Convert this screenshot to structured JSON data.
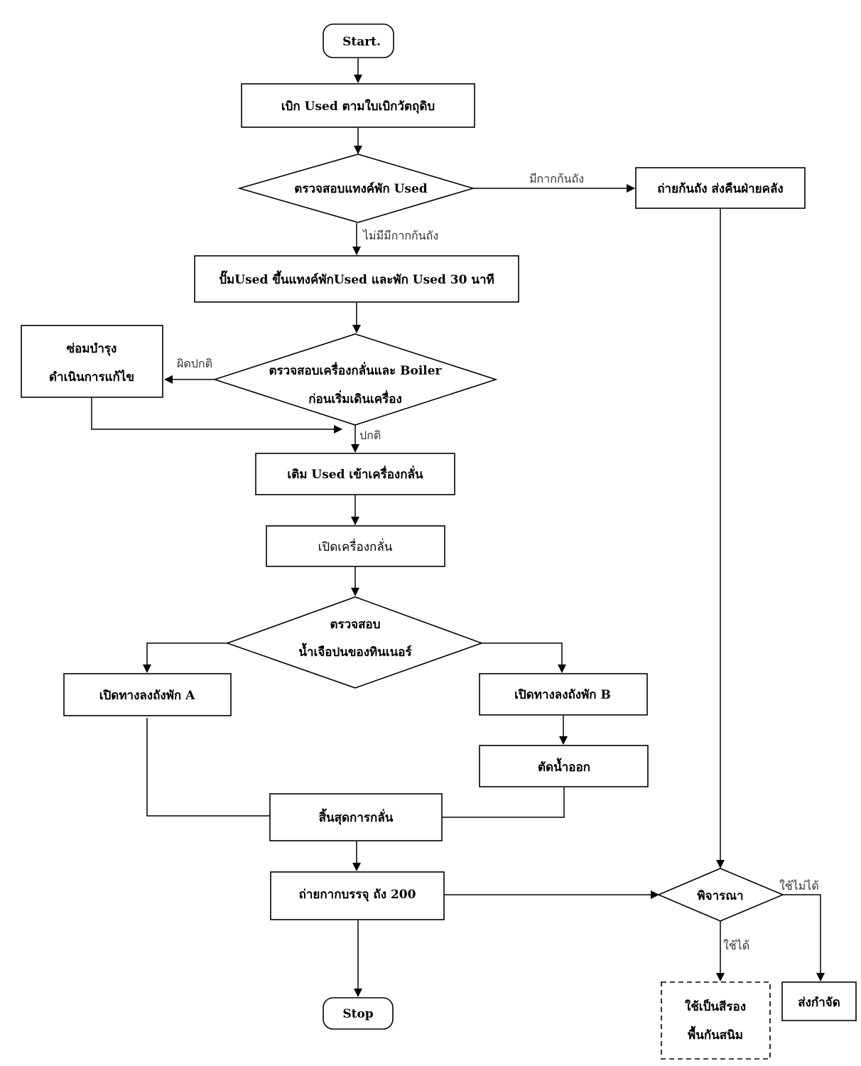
{
  "nodes": {
    "start": "Start.",
    "withdraw": "เบิก Used ตามใบเบิกวัตถุดิบ",
    "check_tank": "ตรวจสอบแทงค์พัก Used",
    "drain_tank": "ถ่ายก้นถัง ส่งคืนฝ่ายคลัง",
    "pump": "ปั๊มUsed ขึ้นแทงค์พักUsed และพัก Used 30 นาที",
    "check_machine_line1": "ตรวจสอบเครื่องกลั่นและ Boiler",
    "check_machine_line2": "ก่อนเริ่มเดินเครื่อง",
    "repair_line1": "ซ่อมบำรุง",
    "repair_line2": "ดำเนินการแก้ไข",
    "fill": "เติม Used เข้าเครื่องกลั่น",
    "open_machine": "เปิดเครื่องกลั่น",
    "check_water_line1": "ตรวจสอบ",
    "check_water_line2": "น้ำเจือปนของทินเนอร์",
    "open_a": "เปิดทางลงถังพัก A",
    "open_b": "เปิดทางลงถังพัก B",
    "cut_water": "ตัดน้ำออก",
    "end_distill": "สิ้นสุดการกลั่น",
    "drain_residue": "ถ่ายกากบรรจุ ถัง 200",
    "consider": "พิจารณา",
    "use_primer_line1": "ใช้เป็นสีรอง",
    "use_primer_line2": "พื้นกันสนิม",
    "dispose": "ส่งกำจัด",
    "stop": "Stop"
  },
  "edges": {
    "has_residue": "มีกากก้นถัง",
    "no_residue": "ไม่มีมีกากก้นถัง",
    "abnormal": "ผิดปกติ",
    "normal": "ปกติ",
    "unusable": "ใช้ไม่ได้",
    "usable": "ใช้ได้"
  }
}
